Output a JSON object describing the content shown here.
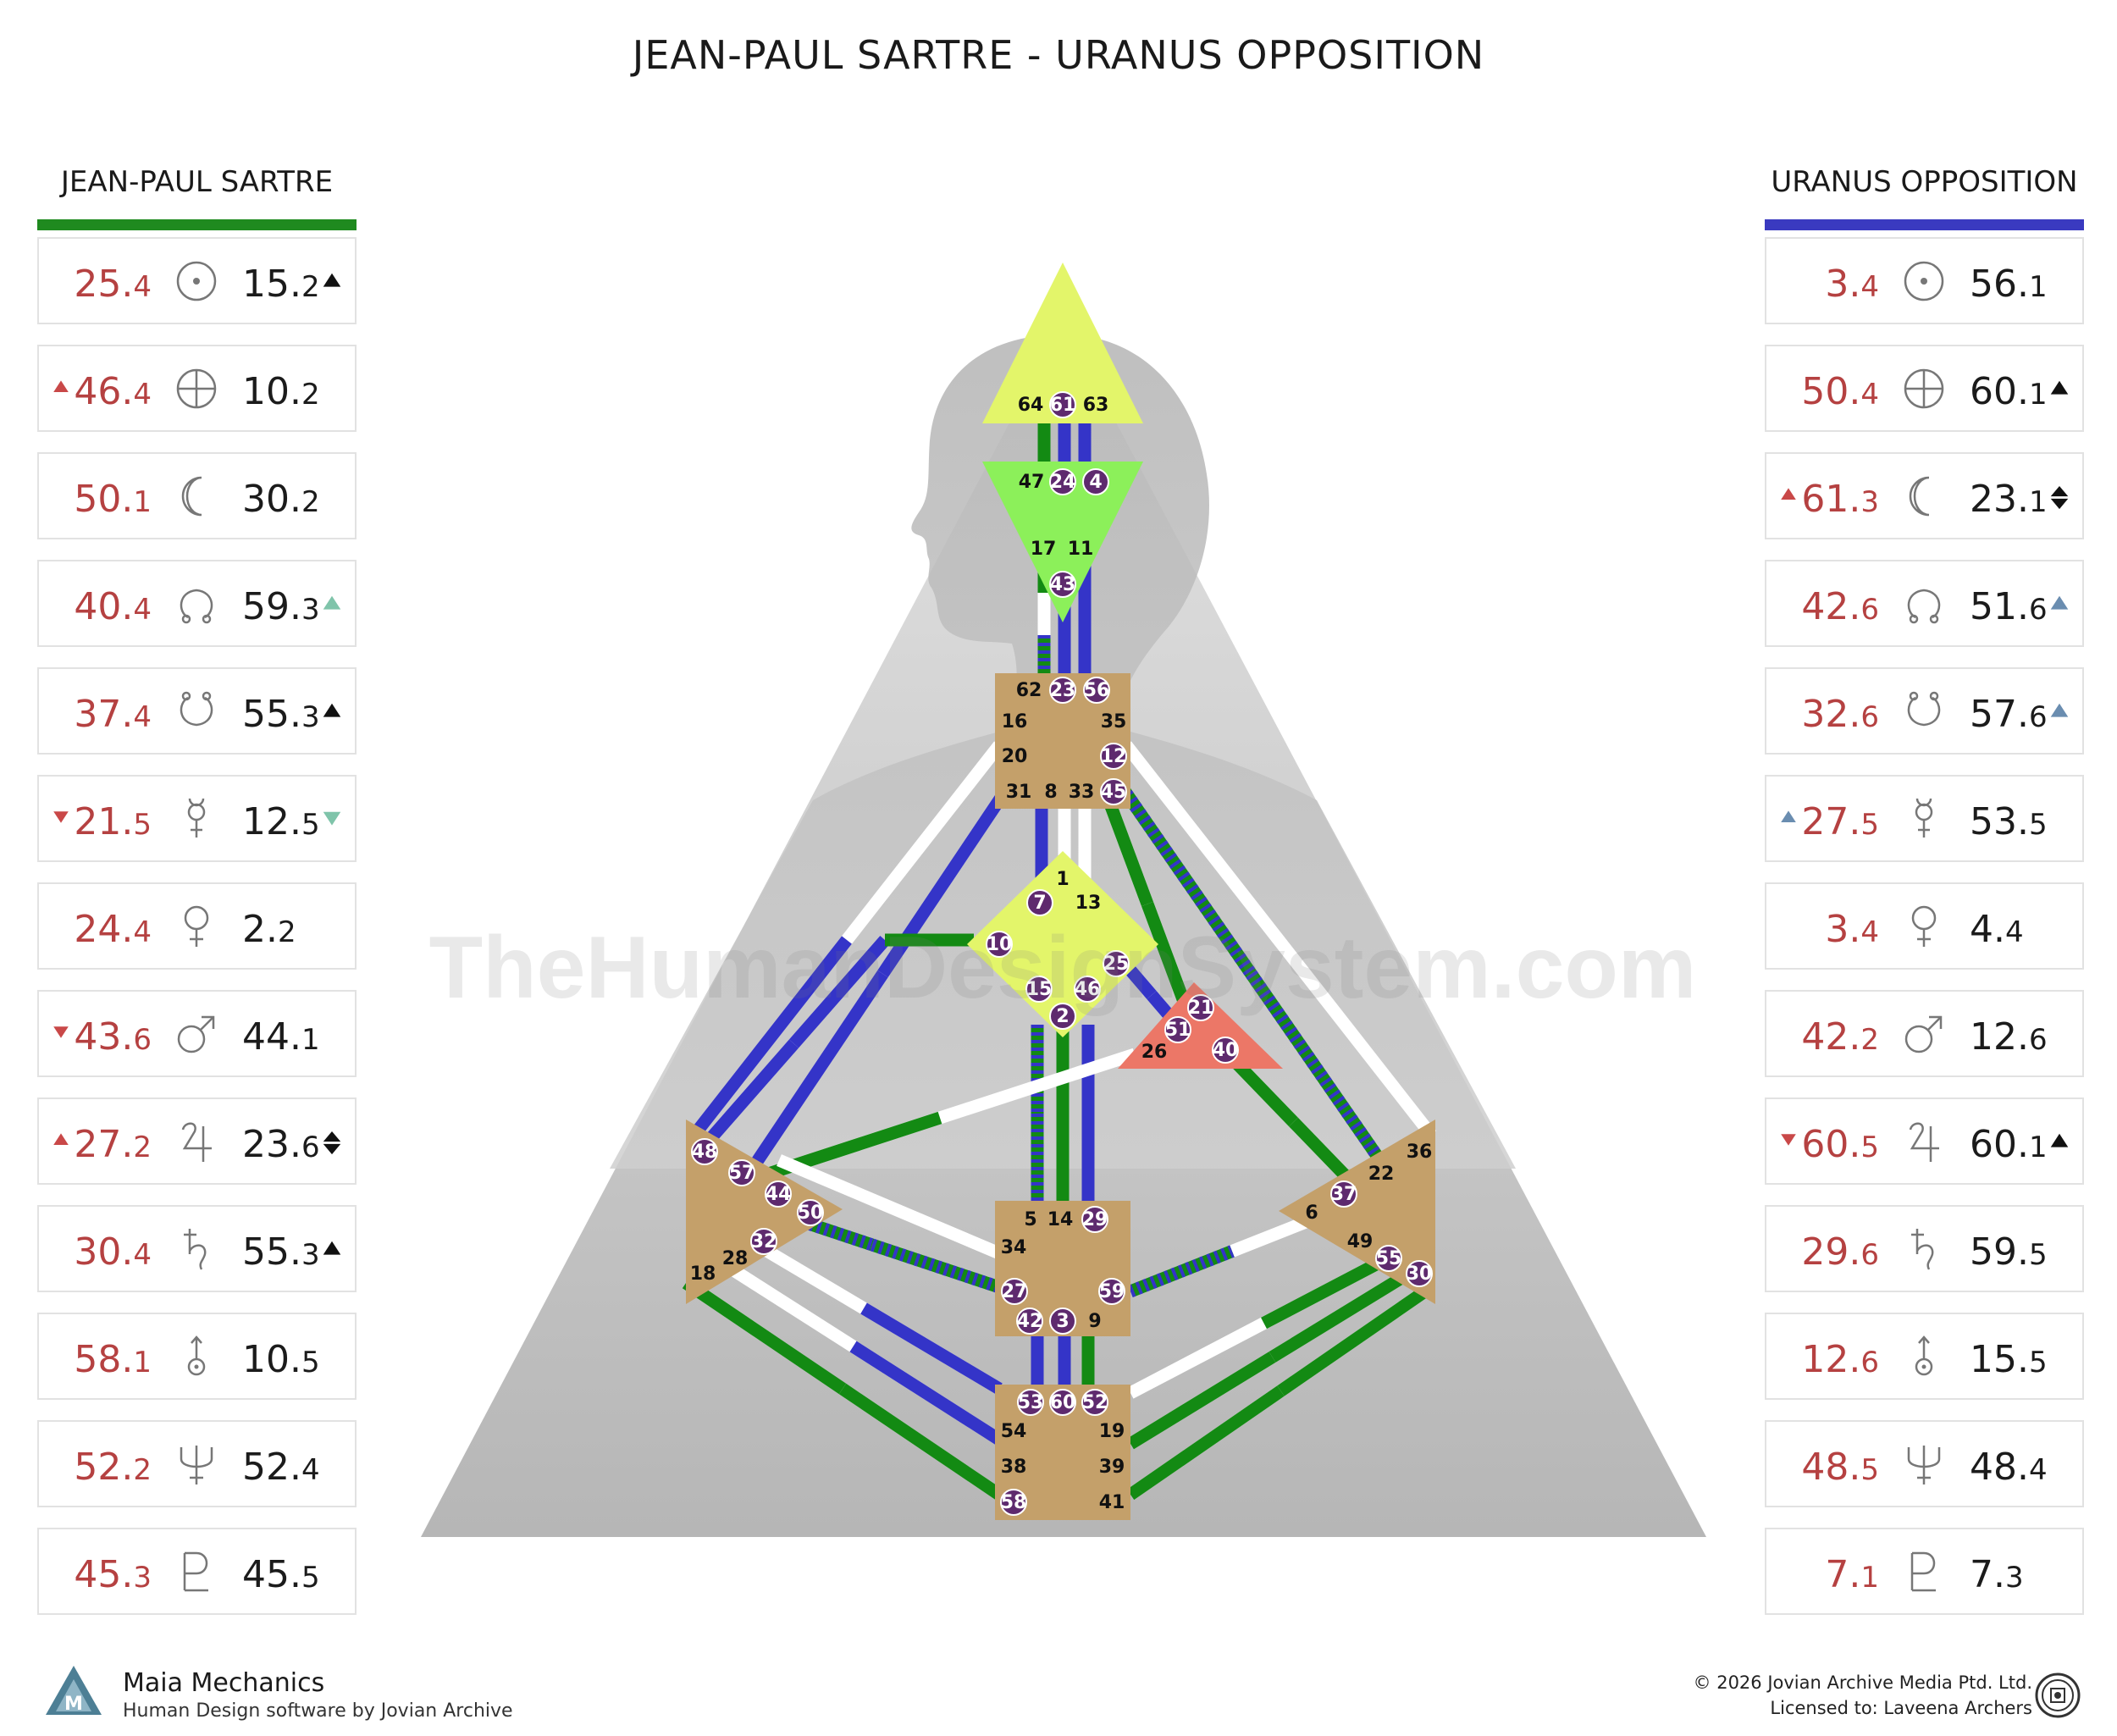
{
  "title": "JEAN-PAUL SARTRE - URANUS OPPOSITION",
  "watermark": "TheHumanDesignSystem.com",
  "left_panel": {
    "heading": "JEAN-PAUL SARTRE",
    "accent": "#1f8a1f",
    "rows": [
      {
        "planet": "sun-icon",
        "left": "25.",
        "left_s": "4",
        "right": "15.",
        "right_s": "2",
        "mark_right": "up-black",
        "mark_left": ""
      },
      {
        "planet": "earth-icon",
        "left": "46.",
        "left_s": "4",
        "right": "10.",
        "right_s": "2",
        "mark_right": "",
        "mark_left": "up-red"
      },
      {
        "planet": "moon-icon",
        "left": "50.",
        "left_s": "1",
        "right": "30.",
        "right_s": "2",
        "mark_right": "",
        "mark_left": ""
      },
      {
        "planet": "north-node-icon",
        "left": "40.",
        "left_s": "4",
        "right": "59.",
        "right_s": "3",
        "mark_right": "up-teal",
        "mark_left": ""
      },
      {
        "planet": "south-node-icon",
        "left": "37.",
        "left_s": "4",
        "right": "55.",
        "right_s": "3",
        "mark_right": "up-black",
        "mark_left": ""
      },
      {
        "planet": "mercury-icon",
        "left": "21.",
        "left_s": "5",
        "right": "12.",
        "right_s": "5",
        "mark_right": "down-teal",
        "mark_left": "down-red"
      },
      {
        "planet": "venus-icon",
        "left": "24.",
        "left_s": "4",
        "right": "2.",
        "right_s": "2",
        "mark_right": "",
        "mark_left": ""
      },
      {
        "planet": "mars-icon",
        "left": "43.",
        "left_s": "6",
        "right": "44.",
        "right_s": "1",
        "mark_right": "",
        "mark_left": "down-red"
      },
      {
        "planet": "jupiter-icon",
        "left": "27.",
        "left_s": "2",
        "right": "23.",
        "right_s": "6",
        "mark_right": "both-black",
        "mark_left": "up-red"
      },
      {
        "planet": "saturn-icon",
        "left": "30.",
        "left_s": "4",
        "right": "55.",
        "right_s": "3",
        "mark_right": "up-black",
        "mark_left": ""
      },
      {
        "planet": "uranus-icon",
        "left": "58.",
        "left_s": "1",
        "right": "10.",
        "right_s": "5",
        "mark_right": "",
        "mark_left": ""
      },
      {
        "planet": "neptune-icon",
        "left": "52.",
        "left_s": "2",
        "right": "52.",
        "right_s": "4",
        "mark_right": "",
        "mark_left": ""
      },
      {
        "planet": "pluto-icon",
        "left": "45.",
        "left_s": "3",
        "right": "45.",
        "right_s": "5",
        "mark_right": "",
        "mark_left": ""
      }
    ]
  },
  "right_panel": {
    "heading": "URANUS OPPOSITION",
    "accent": "#3a3ac0",
    "rows": [
      {
        "planet": "sun-icon",
        "left": "3.",
        "left_s": "4",
        "right": "56.",
        "right_s": "1",
        "mark_right": "",
        "mark_left": ""
      },
      {
        "planet": "earth-icon",
        "left": "50.",
        "left_s": "4",
        "right": "60.",
        "right_s": "1",
        "mark_right": "up-black",
        "mark_left": ""
      },
      {
        "planet": "moon-icon",
        "left": "61.",
        "left_s": "3",
        "right": "23.",
        "right_s": "1",
        "mark_right": "both-black",
        "mark_left": "up-red"
      },
      {
        "planet": "north-node-icon",
        "left": "42.",
        "left_s": "6",
        "right": "51.",
        "right_s": "6",
        "mark_right": "up-slate",
        "mark_left": ""
      },
      {
        "planet": "south-node-icon",
        "left": "32.",
        "left_s": "6",
        "right": "57.",
        "right_s": "6",
        "mark_right": "up-slate",
        "mark_left": ""
      },
      {
        "planet": "mercury-icon",
        "left": "27.",
        "left_s": "5",
        "right": "53.",
        "right_s": "5",
        "mark_right": "",
        "mark_left": "up-slate"
      },
      {
        "planet": "venus-icon",
        "left": "3.",
        "left_s": "4",
        "right": "4.",
        "right_s": "4",
        "mark_right": "",
        "mark_left": ""
      },
      {
        "planet": "mars-icon",
        "left": "42.",
        "left_s": "2",
        "right": "12.",
        "right_s": "6",
        "mark_right": "",
        "mark_left": ""
      },
      {
        "planet": "jupiter-icon",
        "left": "60.",
        "left_s": "5",
        "right": "60.",
        "right_s": "1",
        "mark_right": "up-black",
        "mark_left": "down-red"
      },
      {
        "planet": "saturn-icon",
        "left": "29.",
        "left_s": "6",
        "right": "59.",
        "right_s": "5",
        "mark_right": "",
        "mark_left": ""
      },
      {
        "planet": "uranus-icon",
        "left": "12.",
        "left_s": "6",
        "right": "15.",
        "right_s": "5",
        "mark_right": "",
        "mark_left": ""
      },
      {
        "planet": "neptune-icon",
        "left": "48.",
        "left_s": "5",
        "right": "48.",
        "right_s": "4",
        "mark_right": "",
        "mark_left": ""
      },
      {
        "planet": "pluto-icon",
        "left": "7.",
        "left_s": "1",
        "right": "7.",
        "right_s": "3",
        "mark_right": "",
        "mark_left": ""
      }
    ]
  },
  "colors": {
    "design_red": "#b54141",
    "personality_black": "#1b1b1b",
    "channel_green": "#138a13",
    "channel_blue": "#3434c8",
    "center_yellow": "#e3f56a",
    "center_green": "#8cf05a",
    "center_tan": "#c4a06a",
    "center_red": "#ec7767",
    "gate_purple": "#5e2a6e"
  },
  "centers": {
    "head": {
      "gates": [
        "64",
        "61",
        "63"
      ],
      "active": [
        "61"
      ]
    },
    "ajna": {
      "gates": [
        "47",
        "24",
        "4",
        "17",
        "11",
        "43"
      ],
      "active": [
        "24",
        "4",
        "43"
      ]
    },
    "throat": {
      "gates": [
        "62",
        "23",
        "56",
        "16",
        "35",
        "20",
        "12",
        "31",
        "8",
        "33",
        "45"
      ],
      "active": [
        "23",
        "56",
        "12",
        "45"
      ]
    },
    "g": {
      "gates": [
        "1",
        "7",
        "13",
        "10",
        "25",
        "15",
        "46",
        "2"
      ],
      "active": [
        "7",
        "10",
        "25",
        "15",
        "46",
        "2"
      ]
    },
    "heart": {
      "gates": [
        "21",
        "51",
        "26",
        "40"
      ],
      "active": [
        "21",
        "51",
        "40"
      ]
    },
    "spleen": {
      "gates": [
        "48",
        "57",
        "44",
        "50",
        "32",
        "28",
        "18"
      ],
      "active": [
        "48",
        "57",
        "44",
        "50",
        "32"
      ]
    },
    "sacral": {
      "gates": [
        "5",
        "14",
        "29",
        "34",
        "27",
        "59",
        "42",
        "3",
        "9"
      ],
      "active": [
        "29",
        "27",
        "59",
        "42",
        "3"
      ]
    },
    "solar_plexus": {
      "gates": [
        "36",
        "22",
        "37",
        "6",
        "49",
        "55",
        "30"
      ],
      "active": [
        "37",
        "55",
        "30"
      ]
    },
    "root": {
      "gates": [
        "53",
        "60",
        "52",
        "54",
        "19",
        "38",
        "39",
        "58",
        "41"
      ],
      "active": [
        "53",
        "60",
        "52",
        "58"
      ]
    }
  },
  "footer": {
    "brand": "Maia Mechanics",
    "brand_sub": "Human Design software by Jovian Archive",
    "copyright": "© 2026 Jovian Archive Media Ptd. Ltd.",
    "license": "Licensed to: Laveena Archers"
  }
}
